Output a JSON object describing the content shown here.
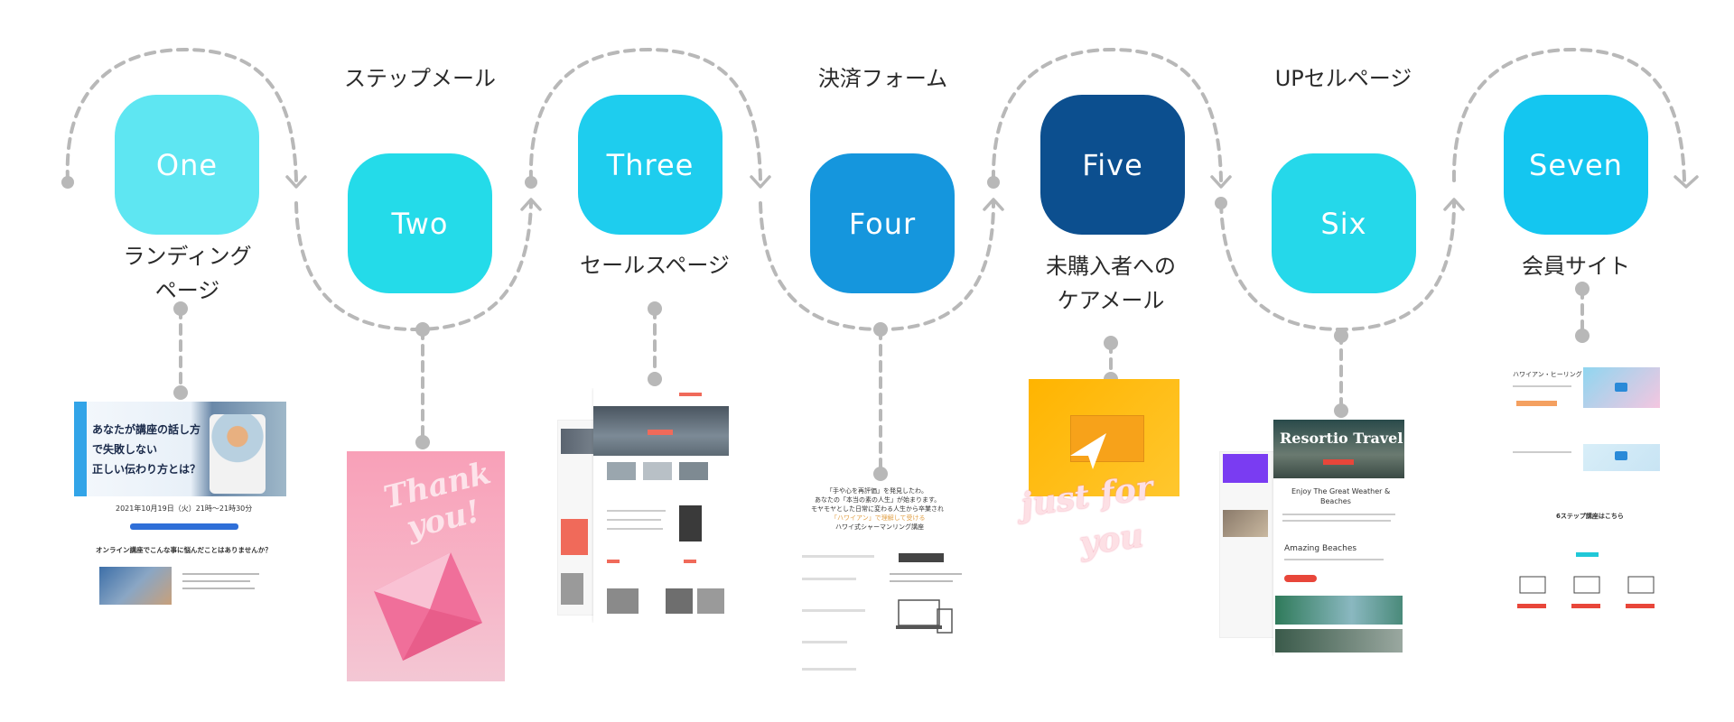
{
  "colors": {
    "one": "#5ee6f2",
    "two": "#24dbe9",
    "three": "#1ecdee",
    "four": "#1596dd",
    "five": "#0c4f8f",
    "six": "#25d8ea",
    "seven": "#14c6f0",
    "connector": "#b8b8b8"
  },
  "steps": [
    {
      "name": "One",
      "label_lines": [
        "ランディング",
        "ページ"
      ]
    },
    {
      "name": "Two",
      "label_lines": [
        "ステップメール"
      ]
    },
    {
      "name": "Three",
      "label_lines": [
        "セールスページ"
      ]
    },
    {
      "name": "Four",
      "label_lines": [
        "決済フォーム"
      ]
    },
    {
      "name": "Five",
      "label_lines": [
        "未購入者への",
        "ケアメール"
      ]
    },
    {
      "name": "Six",
      "label_lines": [
        "UPセルページ"
      ]
    },
    {
      "name": "Seven",
      "label_lines": [
        "会員サイト"
      ]
    }
  ],
  "thumbnails": {
    "landing": {
      "headline_1": "あなたが講座の話し方",
      "headline_2": "で失敗しない",
      "headline_3": "正しい伝わり方とは？",
      "date_line": "2021年10月19日（火）21時〜21時30分",
      "question": "オンライン講座でこんな事に悩んだことはありませんか？"
    },
    "thank_you": {
      "line1": "Thank",
      "line2": "you!"
    },
    "payment": {
      "intro_1": "「手や心を再評価」を発見したわ。",
      "intro_2": "あなたの「本当の素の人生」が始まります。",
      "intro_3": "モヤモヤとした日常に変わる人生から卒業され",
      "intro_4": "「ハワイアン」で理解して受ける",
      "intro_5": "ハワイ式シャーマンリング講座"
    },
    "care_mail": {
      "line1": "just for",
      "line2": "you"
    },
    "upsell": {
      "brand": "Resortio Travel",
      "tagline_1": "Enjoy The Great Weather &",
      "tagline_2": "Beaches",
      "section": "Amazing Beaches"
    },
    "members": {
      "title": "ハワイアン・ヒーリング",
      "section": "6ステップ講座はこちら"
    }
  }
}
